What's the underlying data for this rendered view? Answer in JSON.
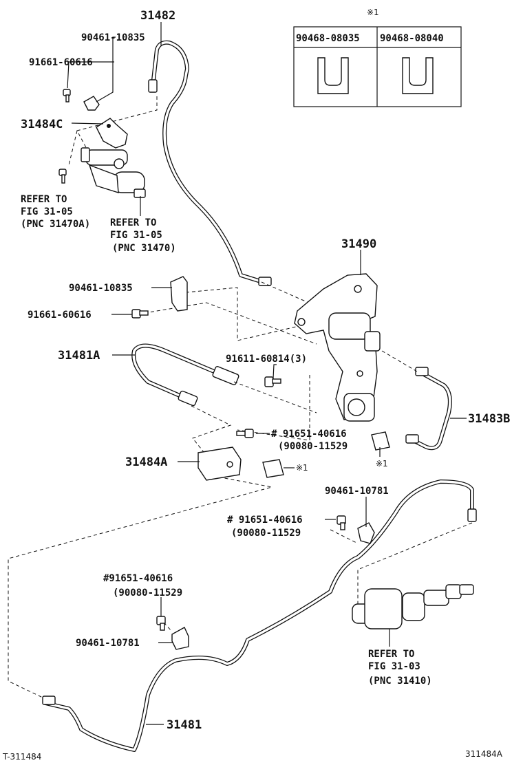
{
  "labels": {
    "p31482": "31482",
    "p90461_10835_top": "90461-10835",
    "p91661_60616_top": "91661-60616",
    "p31484C": "31484C",
    "refer_a1": "REFER TO",
    "refer_a2": "FIG 31-05",
    "refer_a3": "(PNC 31470A)",
    "refer_b1": "REFER TO",
    "refer_b2": "FIG 31-05",
    "refer_b3": "(PNC 31470)",
    "p31490": "31490",
    "p90461_10835_mid": "90461-10835",
    "p91661_60616_mid": "91661-60616",
    "p31481A": "31481A",
    "p91611_60814": "91611-60814(3)",
    "p91651_40616_a": "# 91651-40616",
    "p90080_11529_a": "(90080-11529",
    "p31483B": "31483B",
    "p31484A": "31484A",
    "mark_clip_a": "※1",
    "mark_clip_b": "※1",
    "p90461_10781_a": "90461-10781",
    "p91651_40616_b": "# 91651-40616",
    "p90080_11529_b": "(90080-11529",
    "p91651_40616_c": "#91651-40616",
    "p90080_11529_c": "(90080-11529",
    "p90461_10781_b": "90461-10781",
    "refer_c1": "REFER TO",
    "refer_c2": "FIG 31-03",
    "refer_c3": "(PNC 31410)",
    "p31481": "31481",
    "footer_left": "T-311484",
    "footer_right": "311484A"
  },
  "inset": {
    "mark": "※1",
    "col1": "90468-08035",
    "col2": "90468-08040"
  }
}
